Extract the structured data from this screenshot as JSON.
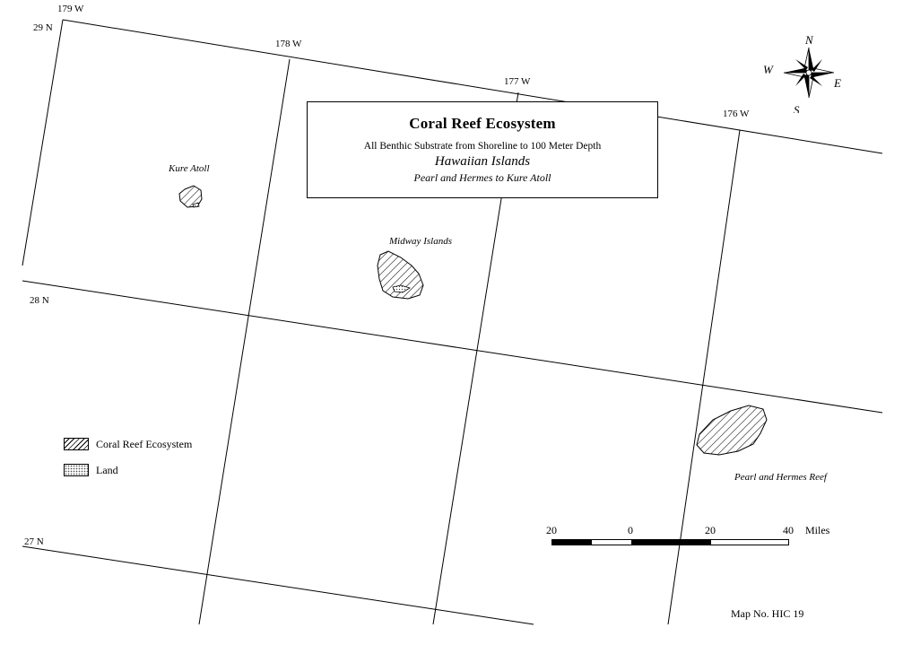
{
  "map": {
    "longitude_labels": [
      "179 W",
      "178 W",
      "177 W",
      "176 W"
    ],
    "latitude_labels": [
      "29 N",
      "28 N",
      "27 N"
    ],
    "places": {
      "kure": "Kure Atoll",
      "midway": "Midway Islands",
      "pearl_hermes": "Pearl and Hermes Reef"
    }
  },
  "title_box": {
    "title": "Coral Reef Ecosystem",
    "subtitle": "All Benthic Substrate from Shoreline to 100 Meter Depth",
    "region": "Hawaiian Islands",
    "area": "Pearl and Hermes to Kure Atoll"
  },
  "legend": {
    "items": [
      {
        "label": "Coral Reef Ecosystem",
        "pattern": "diagonal-hatch"
      },
      {
        "label": "Land",
        "pattern": "stipple"
      }
    ]
  },
  "scale_bar": {
    "labels": [
      "20",
      "0",
      "20",
      "40"
    ],
    "unit": "Miles"
  },
  "compass": {
    "north": "N",
    "south": "S",
    "east": "E",
    "west": "W",
    "icon": "compass-rose-icon"
  },
  "footer": {
    "map_number": "Map No. HIC 19"
  }
}
